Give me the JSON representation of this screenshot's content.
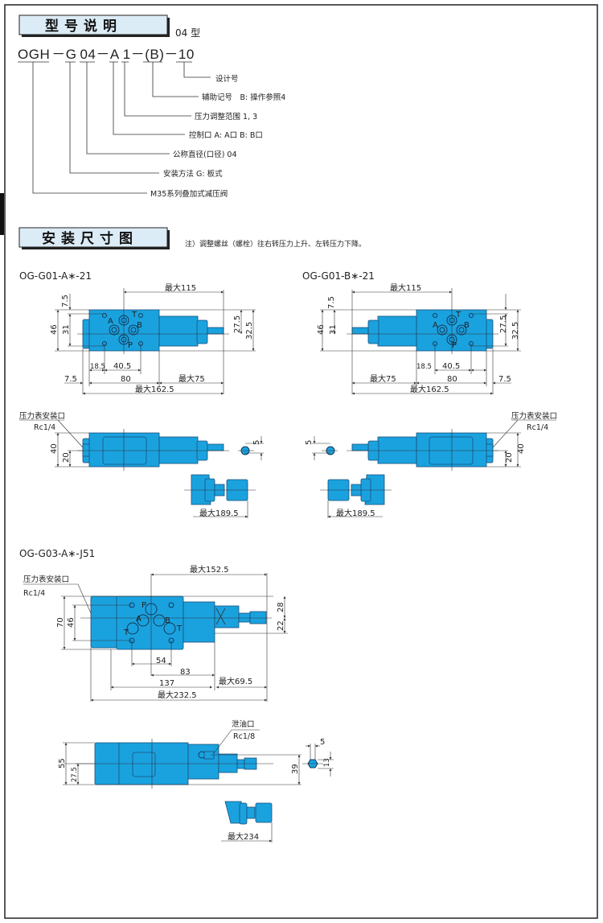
{
  "colors": {
    "valve_body": "#1aa2df",
    "title_box": "#dcecf7"
  },
  "section1": {
    "title": "型号说明",
    "model_type": "04 型",
    "code": {
      "p1": "OGH",
      "d1": "－",
      "p2": "G",
      "p3": "04",
      "d2": "－",
      "p4": "A",
      "p5": "1",
      "d3": "－",
      "p6": "(B)",
      "d4": "－",
      "p7": "10"
    },
    "legend": [
      "设计号",
      "辅助记号　B: 操作参照4",
      "压力调整范围  1, 3",
      "控制口  A: A口  B: B口",
      "公称直径(口径)  04",
      "安装方法  G: 板式",
      "M35系列叠加式减压阀"
    ]
  },
  "section2": {
    "title": "安装尺寸图",
    "note": "注）调整螺丝（螺栓）往右转压力上升、左转压力下降。"
  },
  "drawing_a": {
    "title": "OG-G01-A∗-21",
    "ports": {
      "A": "A",
      "B": "B",
      "T": "T",
      "P": "P"
    },
    "dims": {
      "max115": "最大115",
      "d7_5_top": "7.5",
      "d46": "46",
      "d31": "31",
      "d27_5": "27.5",
      "d32_5": "32.5",
      "d18_5": "18.5",
      "d40_5": "40.5",
      "d7_5_bot": "7.5",
      "d80": "80",
      "max75": "最大75",
      "max162_5": "最大162.5",
      "d40": "40",
      "d20": "20",
      "d5": "5",
      "max189_5": "最大189.5"
    },
    "gauge_port": "压力表安装口",
    "gauge_thread": "Rc1/4"
  },
  "drawing_b": {
    "title": "OG-G01-B∗-21",
    "ports": {
      "A": "A",
      "B": "B",
      "T": "T",
      "P": "P"
    },
    "dims": {
      "max115": "最大115",
      "d7_5_top": "7.5",
      "d46": "46",
      "d31": "31",
      "d27_5": "27.5",
      "d32_5": "32.5",
      "d18_5": "18.5",
      "d40_5": "40.5",
      "d7_5_bot": "7.5",
      "d80": "80",
      "max75": "最大75",
      "max162_5": "最大162.5",
      "d40": "40",
      "d20": "20",
      "d5": "5",
      "max189_5": "最大189.5"
    },
    "gauge_port": "压力表安装口",
    "gauge_thread": "Rc1/4"
  },
  "drawing_c": {
    "title": "OG-G03-A∗-J51",
    "ports": {
      "P": "P",
      "A": "A",
      "B": "B",
      "T1": "T",
      "T2": "T"
    },
    "dims": {
      "max152_5": "最大152.5",
      "d70": "70",
      "d46": "46",
      "d28": "28",
      "d22": "22",
      "d54": "54",
      "d83": "83",
      "d137": "137",
      "max69_5": "最大69.5",
      "max232_5": "最大232.5",
      "d55": "55",
      "d27_5": "27.5",
      "d39": "39",
      "d5": "5",
      "d13": "13",
      "max234": "最大234"
    },
    "gauge_port": "压力表安装口",
    "gauge_thread": "Rc1/4",
    "drain_port": "泄油口",
    "drain_thread": "Rc1/8"
  }
}
